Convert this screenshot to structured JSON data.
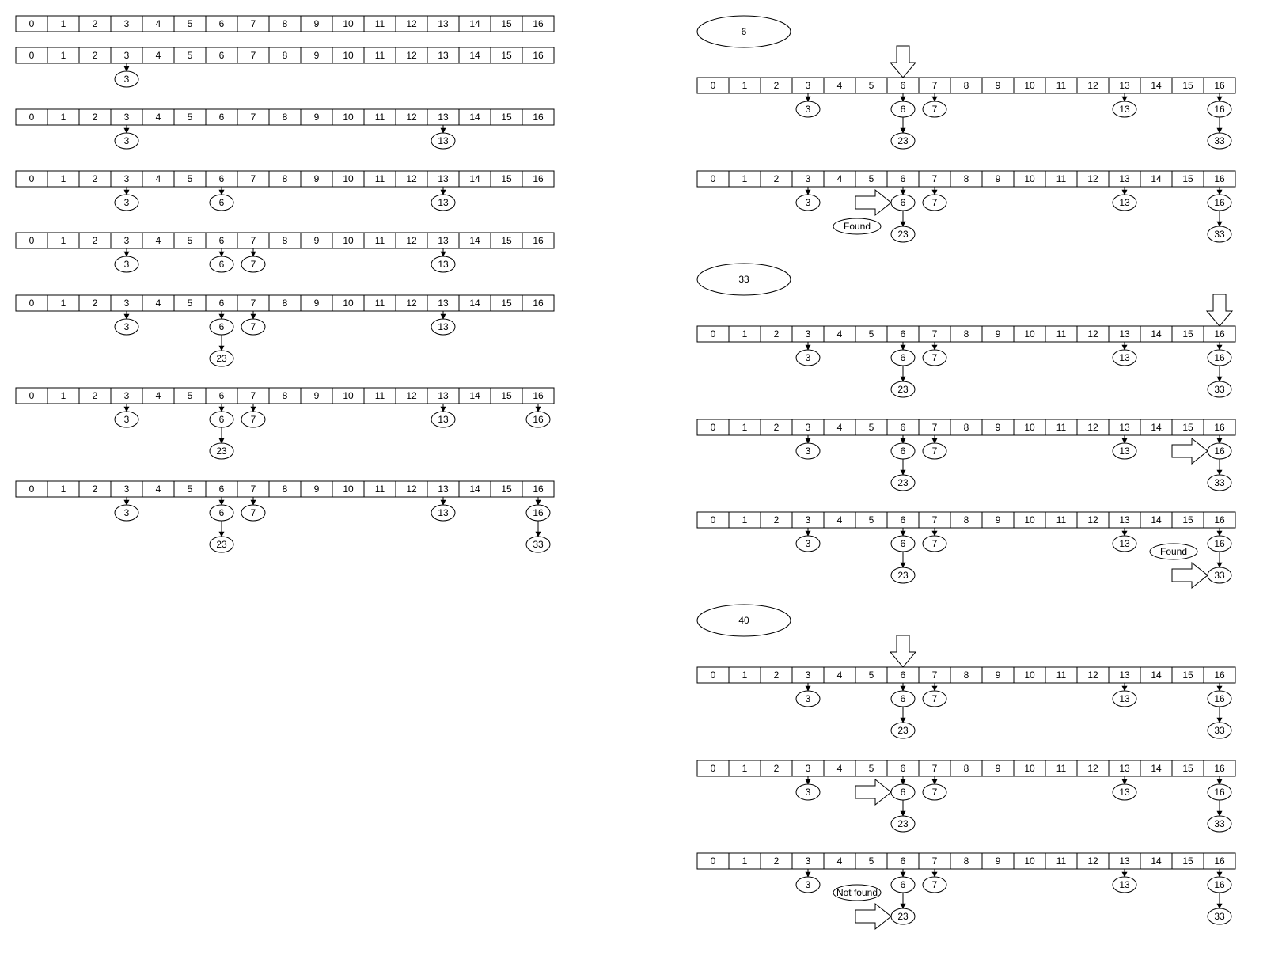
{
  "slot_labels": [
    "0",
    "1",
    "2",
    "3",
    "4",
    "5",
    "6",
    "7",
    "8",
    "9",
    "10",
    "11",
    "12",
    "13",
    "14",
    "15",
    "16"
  ],
  "left_sequence": [
    {
      "chains": []
    },
    {
      "chains": [
        [
          3,
          [
            "3"
          ]
        ]
      ]
    },
    {
      "chains": [
        [
          3,
          [
            "3"
          ]
        ],
        [
          13,
          [
            "13"
          ]
        ]
      ]
    },
    {
      "chains": [
        [
          3,
          [
            "3"
          ]
        ],
        [
          6,
          [
            "6"
          ]
        ],
        [
          13,
          [
            "13"
          ]
        ]
      ]
    },
    {
      "chains": [
        [
          3,
          [
            "3"
          ]
        ],
        [
          6,
          [
            "6"
          ]
        ],
        [
          7,
          [
            "7"
          ]
        ],
        [
          13,
          [
            "13"
          ]
        ]
      ]
    },
    {
      "chains": [
        [
          3,
          [
            "3"
          ]
        ],
        [
          6,
          [
            "6",
            "23"
          ]
        ],
        [
          7,
          [
            "7"
          ]
        ],
        [
          13,
          [
            "13"
          ]
        ]
      ]
    },
    {
      "chains": [
        [
          3,
          [
            "3"
          ]
        ],
        [
          6,
          [
            "6",
            "23"
          ]
        ],
        [
          7,
          [
            "7"
          ]
        ],
        [
          13,
          [
            "13"
          ]
        ],
        [
          16,
          [
            "16"
          ]
        ]
      ]
    },
    {
      "chains": [
        [
          3,
          [
            "3"
          ]
        ],
        [
          6,
          [
            "6",
            "23"
          ]
        ],
        [
          7,
          [
            "7"
          ]
        ],
        [
          13,
          [
            "13"
          ]
        ],
        [
          16,
          [
            "16",
            "33"
          ]
        ]
      ]
    }
  ],
  "lookups": [
    {
      "key": "6",
      "steps": [
        {
          "bucket_arrow": 6
        },
        {
          "pointer": [
            6,
            0
          ],
          "result": "Found"
        }
      ]
    },
    {
      "key": "33",
      "steps": [
        {
          "bucket_arrow": 16
        },
        {
          "pointer": [
            16,
            0
          ]
        },
        {
          "pointer": [
            16,
            1
          ],
          "result": "Found"
        }
      ]
    },
    {
      "key": "40",
      "steps": [
        {
          "bucket_arrow": 6
        },
        {
          "pointer": [
            6,
            0
          ]
        },
        {
          "pointer": [
            6,
            1
          ],
          "result": "Not found"
        }
      ]
    }
  ],
  "final_table": {
    "chains": [
      [
        3,
        [
          "3"
        ]
      ],
      [
        6,
        [
          "6",
          "23"
        ]
      ],
      [
        7,
        [
          "7"
        ]
      ],
      [
        13,
        [
          "13"
        ]
      ],
      [
        16,
        [
          "16",
          "33"
        ]
      ]
    ]
  }
}
